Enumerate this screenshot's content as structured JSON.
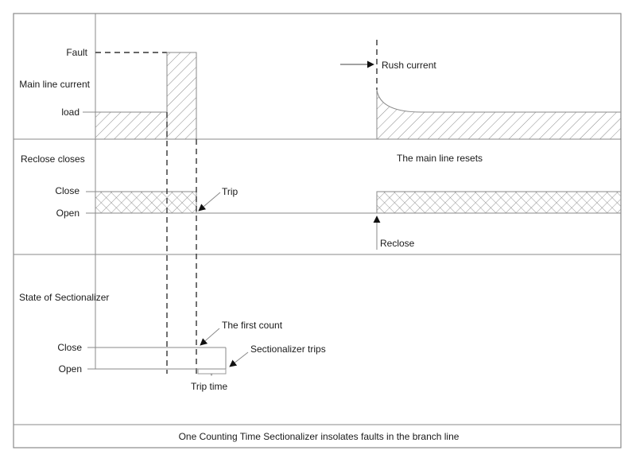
{
  "diagram": {
    "caption": "One Counting Time Sectionalizer insolates faults in the branch line",
    "panels": {
      "main_line": {
        "title": "Main line current",
        "levels": {
          "fault": "Fault",
          "load": "load"
        },
        "annotation_rush": "Rush current"
      },
      "recloser": {
        "title": "Reclose closes",
        "levels": {
          "close": "Close",
          "open": "Open"
        },
        "annotation_trip": "Trip",
        "annotation_reclose": "Reclose",
        "annotation_reset": "The main line resets"
      },
      "sectionalizer": {
        "title": "State of Sectionalizer",
        "levels": {
          "close": "Close",
          "open": "Open"
        },
        "annotation_first_count": "The first count",
        "annotation_trips": "Sectionalizer trips",
        "annotation_trip_time": "Trip time"
      }
    },
    "colors": {
      "line": "#8a8a8a",
      "dash": "#333333",
      "text": "#1a1a1a"
    }
  }
}
